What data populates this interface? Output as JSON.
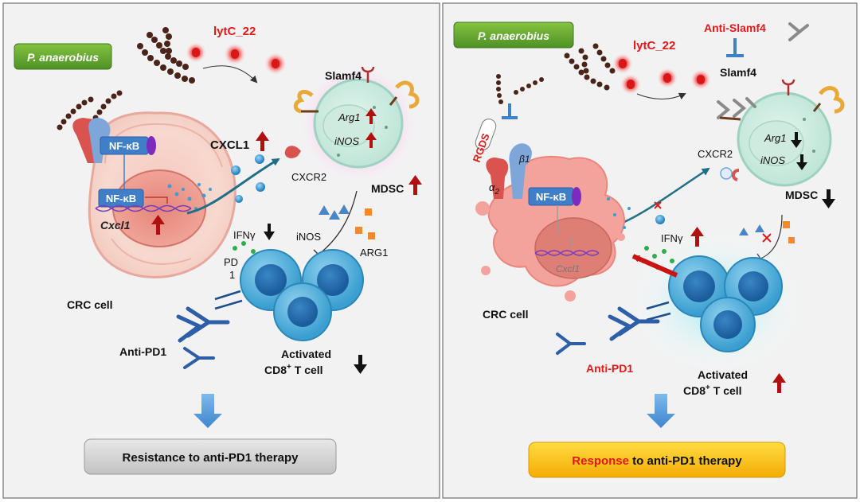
{
  "left_panel": {
    "badge": "P. anaerobius",
    "lytc": "lytC_22",
    "slamf4": "Slamf4",
    "arg1": "Arg1",
    "inos_italic": "iNOS",
    "cxcl1_protein": "CXCL1",
    "cxcr2": "CXCR2",
    "mdsc": "MDSC",
    "nfkb_top": "NF-κB",
    "nfkb_bottom": "NF-κB",
    "cxcl1_gene": "Cxcl1",
    "ifng": "IFNγ",
    "inos": "iNOS",
    "arg1_protein": "ARG1",
    "pd_line1": "PD",
    "pd_line2": "1",
    "crc_cell": "CRC cell",
    "anti_pd1": "Anti-PD1",
    "tcell_line1": "Activated",
    "tcell_line2_main": "CD8",
    "tcell_line2_sup": "+",
    "tcell_line2_end": " T cell",
    "outcome": "Resistance to anti-PD1 therapy"
  },
  "right_panel": {
    "badge": "P. anaerobius",
    "lytc": "lytC_22",
    "anti_slamf4": "Anti-Slamf4",
    "slamf4": "Slamf4",
    "rgds": "RGDS",
    "alpha": "α",
    "alpha_sub": "2",
    "beta": "β1",
    "nfkb": "NF-κB",
    "arg1": "Arg1",
    "inos_italic": "iNOS",
    "cxcr2": "CXCR2",
    "mdsc": "MDSC",
    "ifng": "IFNγ",
    "cxcl1_gene": "Cxcl1",
    "crc_cell": "CRC cell",
    "anti_pd1": "Anti-PD1",
    "tcell_line1": "Activated",
    "tcell_line2_main": "CD8",
    "tcell_line2_sup": "+",
    "tcell_line2_end": " T cell",
    "outcome_highlight": "Response",
    "outcome_rest": " to anti-PD1 therapy"
  },
  "colors": {
    "badge_green": "#6aa833",
    "red_text": "#e01818",
    "dark_red_arrow": "#b01010",
    "teal_arrow": "#1f6f86",
    "tcell_blue": "#3a9fd0",
    "antibody_blue": "#2d5ea8",
    "outcome_gray": "#cfcfcf",
    "outcome_yellow": "#f7c21c"
  },
  "icons": [
    "bacteria-chain-icon",
    "lytc-vesicle-icon",
    "receptor-icon",
    "antibody-icon",
    "up-arrow-icon",
    "down-arrow-icon",
    "dna-icon"
  ]
}
